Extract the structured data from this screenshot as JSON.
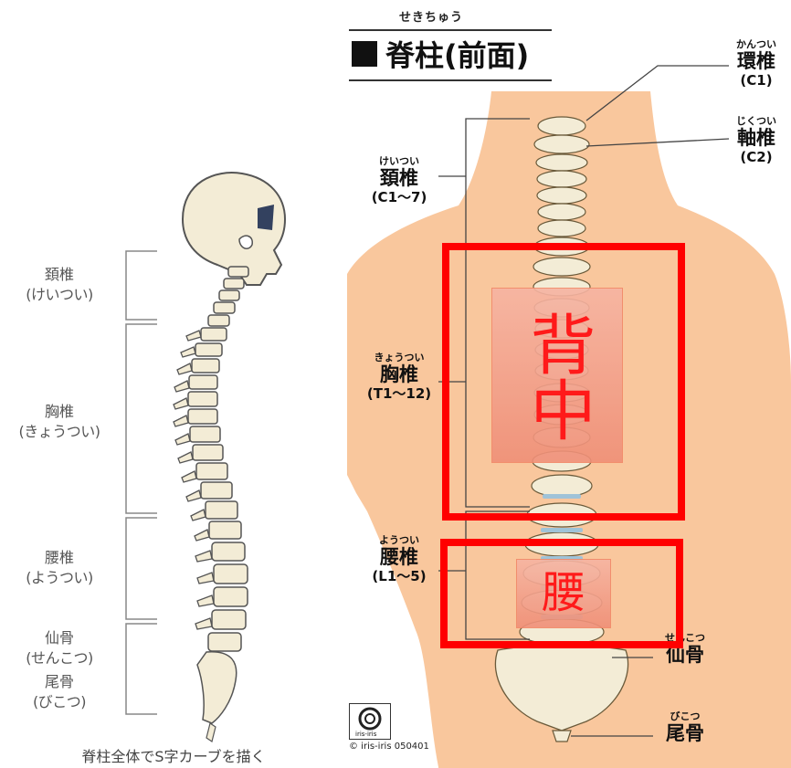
{
  "left": {
    "labels": [
      {
        "main": "頚椎",
        "sub": "(けいつい)"
      },
      {
        "main": "胸椎",
        "sub": "(きょうつい)"
      },
      {
        "main": "腰椎",
        "sub": "(ようつい)"
      },
      {
        "main": "仙骨",
        "sub": "(せんこつ)"
      },
      {
        "main": "尾骨",
        "sub": "(びこつ)"
      }
    ],
    "caption": "脊柱全体でS字カーブを描く"
  },
  "right": {
    "title_ruby": "せきちゅう",
    "title": "脊柱(前面)",
    "labels": {
      "cervical": {
        "ruby": "けいつい",
        "main": "頚椎",
        "code": "(C1〜7)"
      },
      "thoracic": {
        "ruby": "きょうつい",
        "main": "胸椎",
        "code": "(T1〜12)"
      },
      "lumbar": {
        "ruby": "ようつい",
        "main": "腰椎",
        "code": "(L1〜5)"
      },
      "atlas": {
        "ruby": "かんつい",
        "main": "環椎",
        "code": "(C1)"
      },
      "axis": {
        "ruby": "じくつい",
        "main": "軸椎",
        "code": "(C2)"
      },
      "sacrum": {
        "ruby": "せんこつ",
        "main": "仙骨"
      },
      "coccyx": {
        "ruby": "びこつ",
        "main": "尾骨"
      }
    },
    "overlay_back": "背中",
    "overlay_waist": "腰",
    "logo_text": "iris-iris",
    "copyright": "© iris-iris 050401"
  },
  "colors": {
    "skin": "#f9c79d",
    "bone": "#f3ecd6",
    "red": "#ff0000",
    "overlay": "#f29a80"
  }
}
